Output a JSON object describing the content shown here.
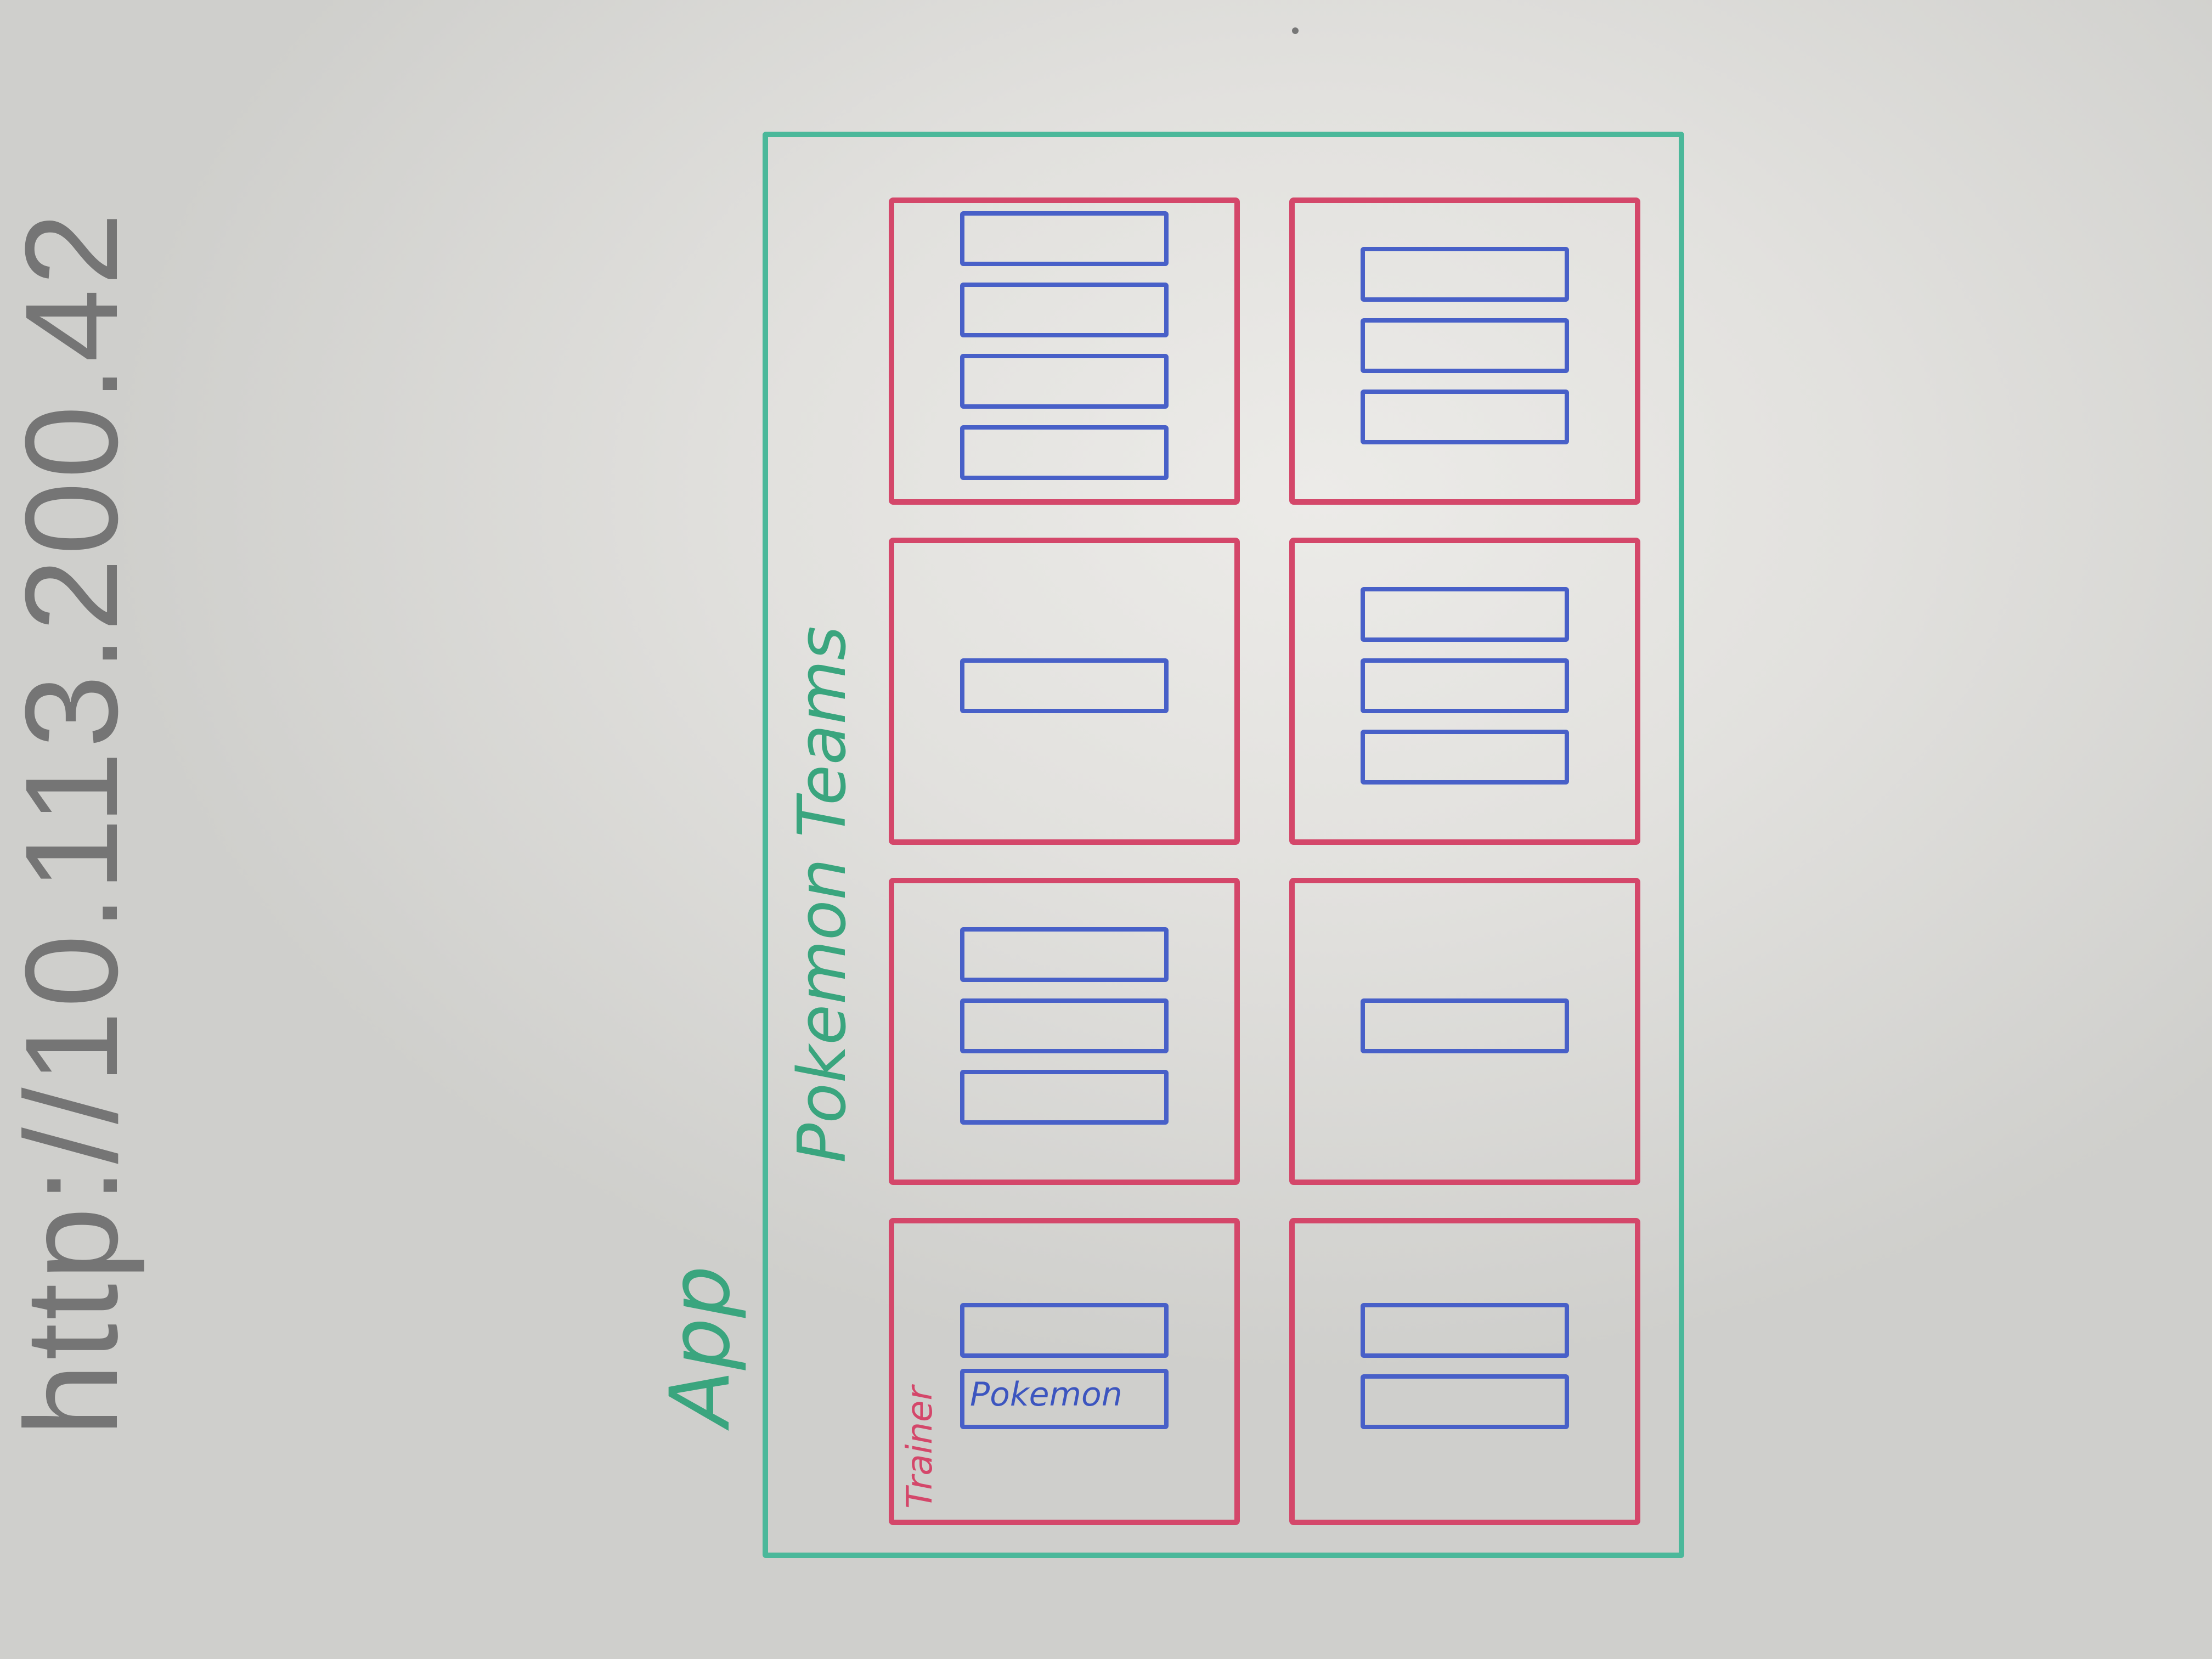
{
  "board": {
    "url_text": "http://10.113.200.42"
  },
  "wireframe": {
    "app_label": "App",
    "title": "Pokemon Teams",
    "card_label": "Trainer",
    "slot_label": "Pokemon",
    "colors": {
      "app_frame": "#4bb89a",
      "card": "#d4476a",
      "slot": "#4860c8"
    },
    "cards": [
      {
        "slots": 2
      },
      {
        "slots": 3
      },
      {
        "slots": 1
      },
      {
        "slots": 4
      },
      {
        "slots": 2
      },
      {
        "slots": 1
      },
      {
        "slots": 3
      },
      {
        "slots": 3
      }
    ]
  }
}
